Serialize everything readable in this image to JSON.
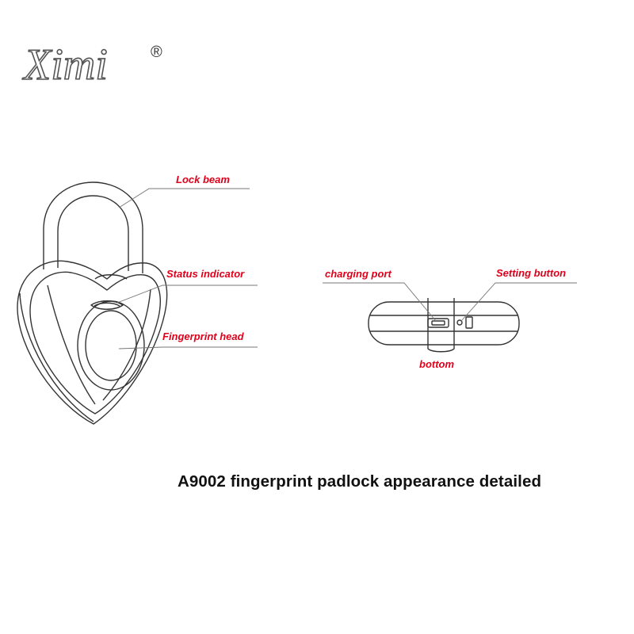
{
  "brand": {
    "logo_text": "Ximi",
    "registered_mark": "®"
  },
  "labels": {
    "lock_beam": "Lock beam",
    "status_indicator": "Status indicator",
    "fingerprint_head": "Fingerprint head",
    "charging_port": "charging port",
    "setting_button": "Setting button",
    "bottom": "bottom"
  },
  "caption": "A9002 fingerprint padlock appearance detailed",
  "colors": {
    "label_red": "#e0001a",
    "line_art": "#333333"
  }
}
